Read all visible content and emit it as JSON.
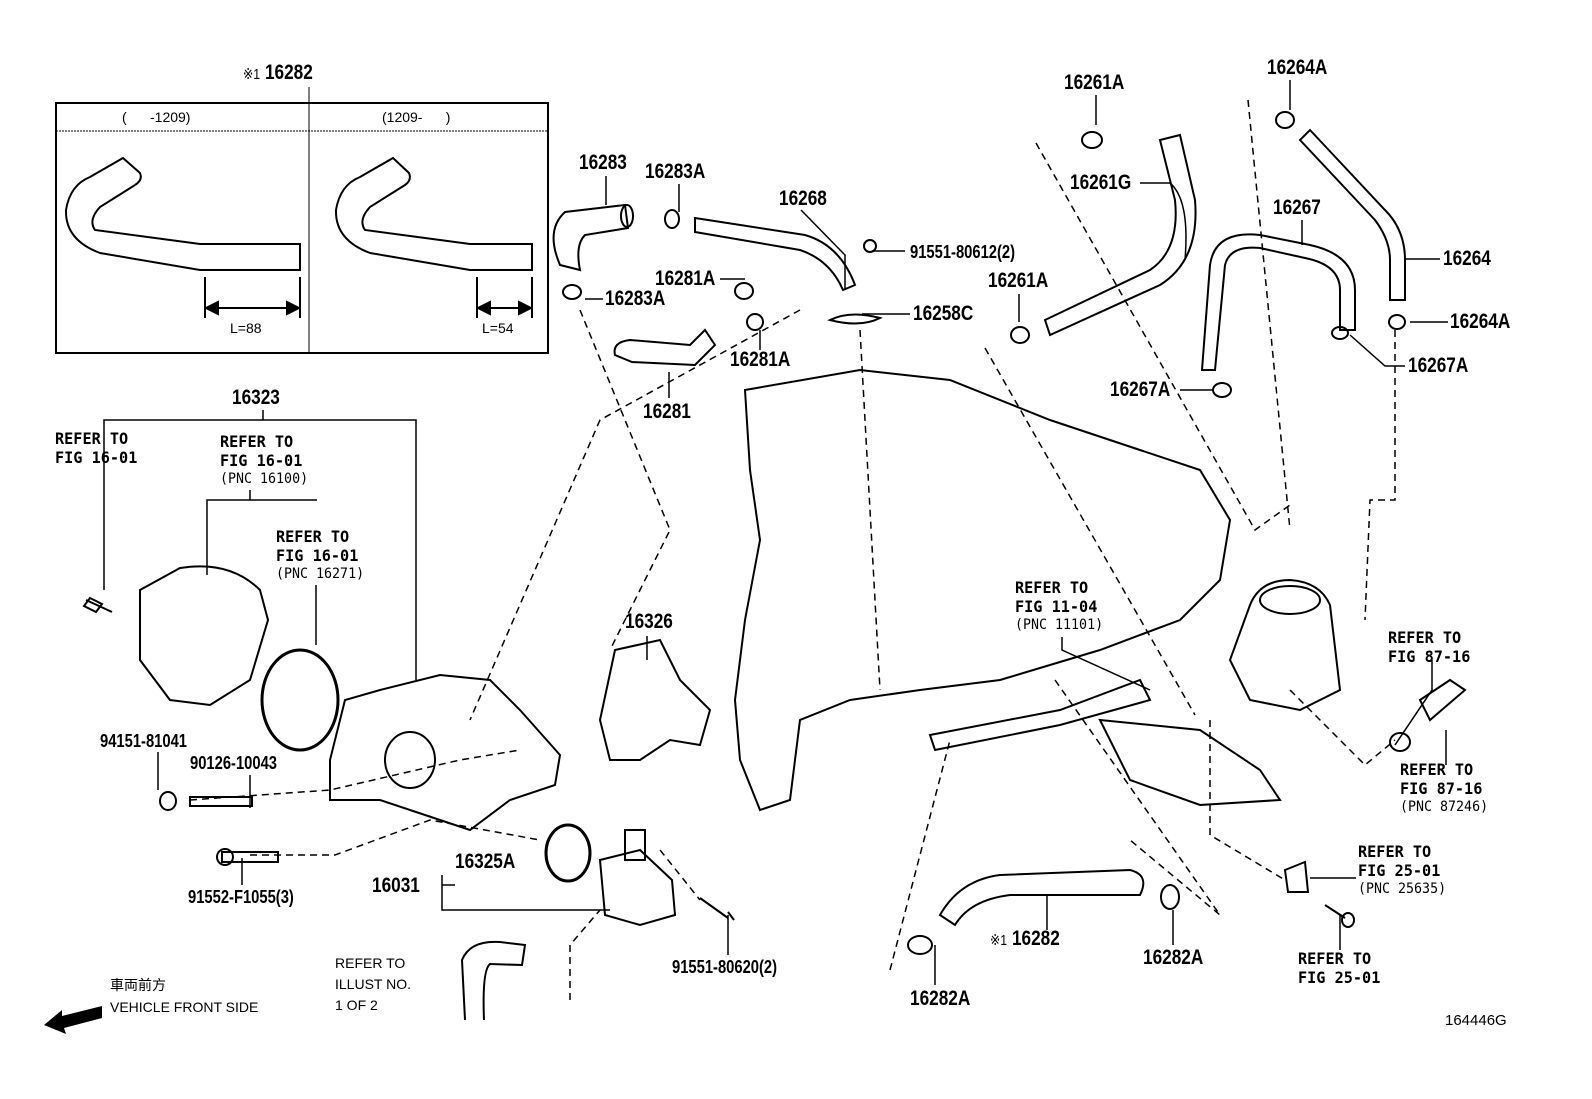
{
  "inset": {
    "title_mark": "※1",
    "title_part": "16282",
    "col_left_header": "(      -1209)",
    "col_right_header": "(1209-      )",
    "left_length": "L=88",
    "right_length": "L=54"
  },
  "parts": {
    "p16323": "16323",
    "p94151": "94151-81041",
    "p90126": "90126-10043",
    "p91552": "91552-F1055(3)",
    "p16031": "16031",
    "p16325A": "16325A",
    "p16283": "16283",
    "p16283A_top": "16283A",
    "p16283A_bot": "16283A",
    "p16268": "16268",
    "p91551_612": "91551-80612(2)",
    "p16281A_top": "16281A",
    "p16281A_bot": "16281A",
    "p16281": "16281",
    "p16258C": "16258C",
    "p16326": "16326",
    "p91551_620": "91551-80620(2)",
    "p16261A_top": "16261A",
    "p16261G": "16261G",
    "p16261A_mid": "16261A",
    "p16264A_top": "16264A",
    "p16264": "16264",
    "p16267": "16267",
    "p16264A_right": "16264A",
    "p16267A_right": "16267A",
    "p16267A_left": "16267A",
    "p16282_mark": "※1",
    "p16282": "16282",
    "p16282A_right": "16282A",
    "p16282A_left": "16282A"
  },
  "refers": {
    "r1": [
      "REFER TO",
      "FIG 16-01"
    ],
    "r2": [
      "REFER TO",
      "FIG 16-01",
      "(PNC 16100)"
    ],
    "r3": [
      "REFER TO",
      "FIG 16-01",
      "(PNC 16271)"
    ],
    "r4": [
      "REFER TO",
      "FIG 11-04",
      "(PNC 11101)"
    ],
    "r5": [
      "REFER TO",
      "FIG 87-16"
    ],
    "r6": [
      "REFER TO",
      "FIG 87-16",
      "(PNC 87246)"
    ],
    "r7": [
      "REFER TO",
      "FIG 25-01",
      "(PNC 25635)"
    ],
    "r8": [
      "REFER TO",
      "FIG 25-01"
    ],
    "illust": [
      "REFER TO",
      "ILLUST NO.",
      "1 OF 2"
    ]
  },
  "front": {
    "jp": "車両前方",
    "en": "VEHICLE FRONT SIDE"
  },
  "figure_id": "164446G"
}
